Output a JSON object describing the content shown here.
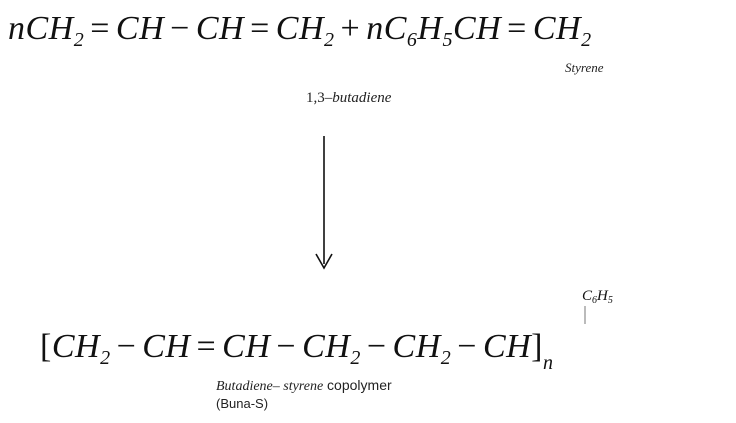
{
  "reaction": {
    "reactants": {
      "n1": "n",
      "butadiene_parts": [
        "CH",
        "2",
        "=",
        "CH",
        "−",
        "CH",
        "=",
        "CH",
        "2"
      ],
      "plus": "+",
      "n2": "n",
      "styrene_parts": [
        "C",
        "6",
        "H",
        "5",
        "CH",
        "=",
        "CH",
        "2"
      ]
    },
    "labels": {
      "styrene": "Styrene",
      "butadiene_prefix": "1,3–",
      "butadiene_name": "butadiene"
    },
    "product": {
      "open_bracket": "[",
      "parts": [
        "CH",
        "2",
        "−",
        "CH",
        "=",
        "CH",
        "−",
        "CH",
        "2",
        "−",
        "CH",
        "2",
        "−",
        "CH"
      ],
      "close_bracket": "]",
      "subscript_n": "n",
      "substituent_c": "C",
      "substituent_c_sub": "6",
      "substituent_h": "H",
      "substituent_h_sub": "5"
    },
    "product_labels": {
      "name_italic": "Butadiene– styrene",
      "name_rest": " copolymer",
      "abbreviation": "(Buna-S)"
    }
  }
}
